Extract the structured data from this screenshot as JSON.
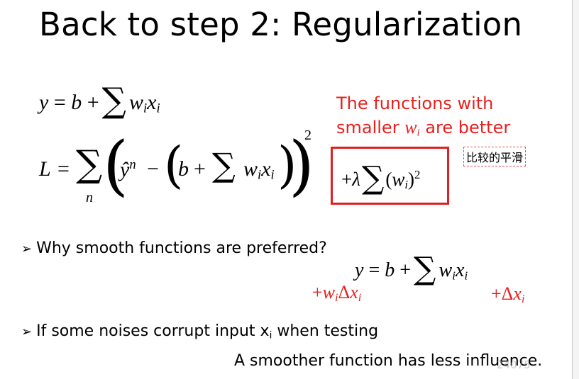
{
  "slide": {
    "title": "Back to step 2: Regularization",
    "red_note": {
      "line1": "The functions with",
      "line2_pre": "smaller ",
      "line2_var": "w",
      "line2_sub": "i",
      "line2_post": " are better"
    },
    "chinese_note": "比较的平滑",
    "bullet1": "Why smooth functions are preferred?",
    "bullet2_pre": "If some noises corrupt input x",
    "bullet2_sub": "i",
    "bullet2_post": " when testing",
    "conclusion": "A smoother function has less influence.",
    "watermark": "24075"
  },
  "icons": {
    "bullet": "arrow-bullet-icon"
  },
  "colors": {
    "accent_red": "#e8201e",
    "box_red": "#e02020"
  }
}
